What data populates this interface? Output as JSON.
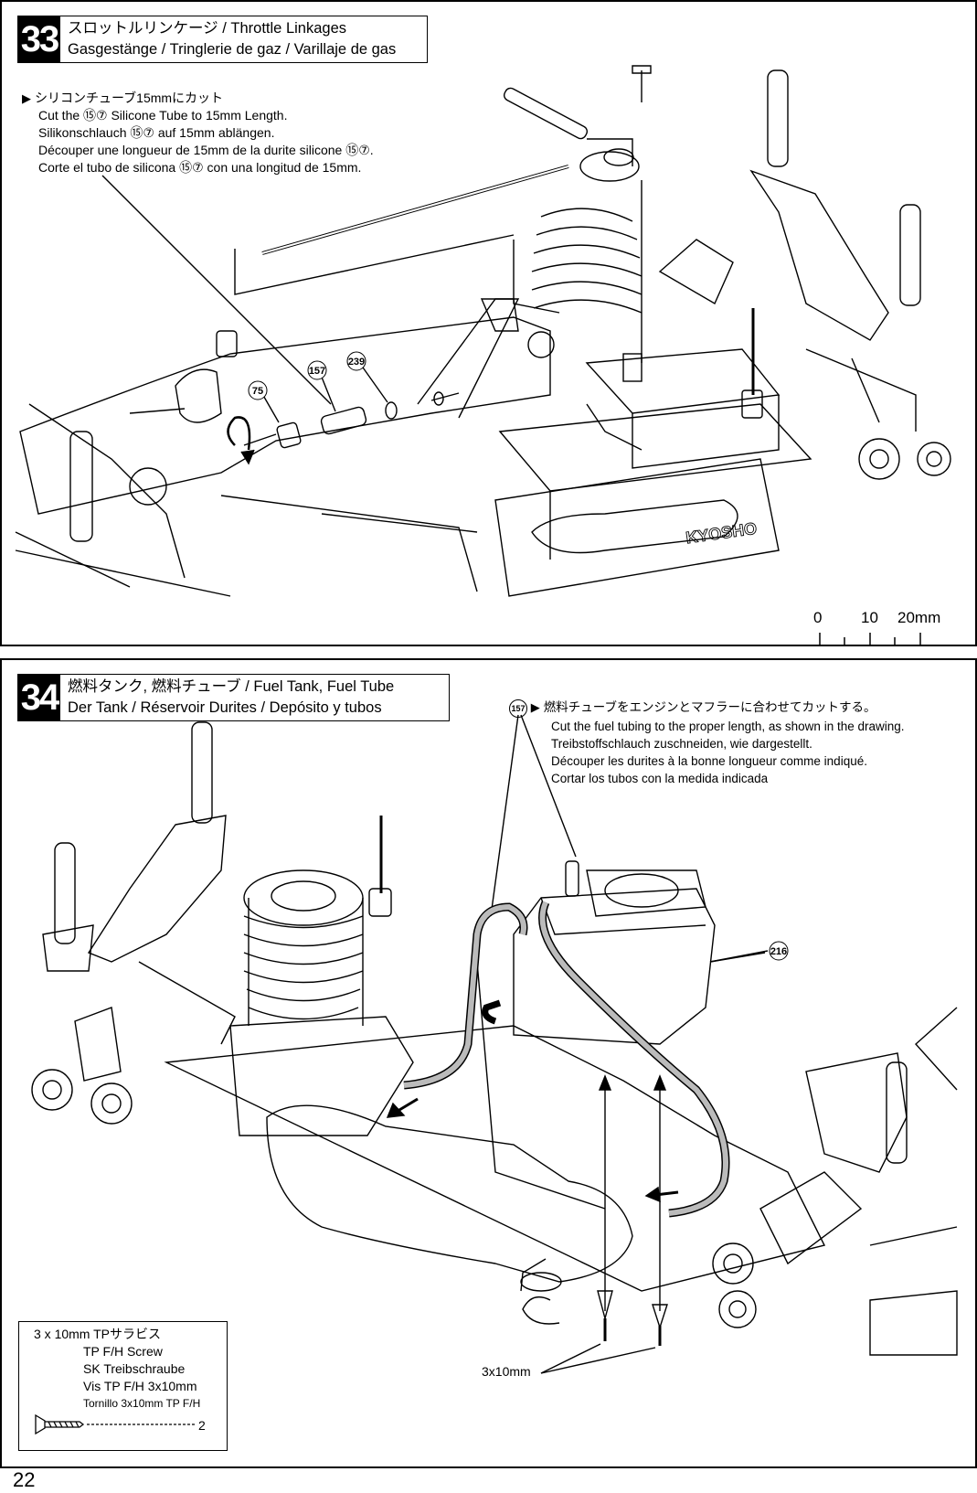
{
  "step33": {
    "number": "33",
    "title_line1": "スロットルリンケージ / Throttle Linkages",
    "title_line2": "Gasgestänge / Tringlerie de gaz / Varillaje de gas",
    "instructions": [
      "シリコンチューブ15mmにカット",
      "Cut the ⑮⑦ Silicone Tube to 15mm Length.",
      "Silikonschlauch ⑮⑦ auf 15mm ablängen.",
      "Découper une longueur de 15mm de la durite silicone ⑮⑦.",
      "Corte el tubo de silicona ⑮⑦ con una longitud de 15mm."
    ],
    "callouts": {
      "c75": "75",
      "c157": "157",
      "c239": "239"
    },
    "brand_text": "KYOSHO",
    "scale": {
      "s0": "0",
      "s10": "10",
      "s20": "20mm"
    }
  },
  "step34": {
    "number": "34",
    "title_line1": "燃料タンク, 燃料チューブ / Fuel Tank, Fuel Tube",
    "title_line2": "Der Tank / Réservoir  Durites / Depósito y tubos",
    "callout_157": "157",
    "instructions": [
      "燃料チューブをエンジンとマフラーに合わせてカットする。",
      "Cut the fuel tubing to the proper length, as shown in the drawing.",
      "Treibstoffschlauch zuschneiden, wie dargestellt.",
      "Découper les durites à la bonne longueur comme indiqué.",
      "Cortar los tubos con la medida indicada"
    ],
    "callout_216": "216",
    "screw_label": "3x10mm",
    "legend": {
      "line1": "3 x 10mm  TPサラビス",
      "line2": "TP F/H Screw",
      "line3": "SK Treibschraube",
      "line4": "Vis TP F/H 3x10mm",
      "line5": "Tornillo 3x10mm TP F/H",
      "qty": "2"
    }
  },
  "page_number": "22"
}
